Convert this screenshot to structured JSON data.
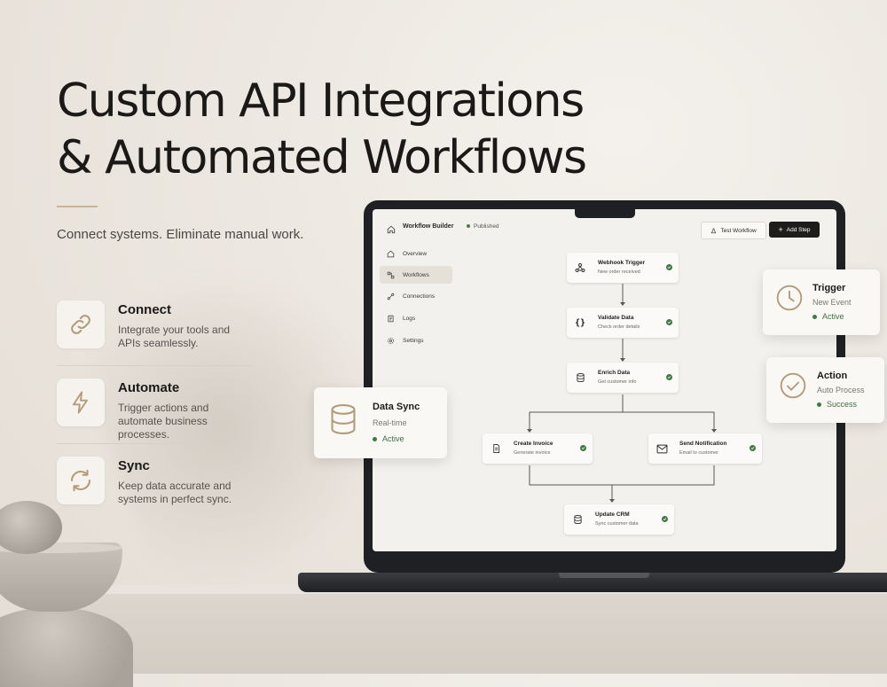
{
  "hero": {
    "title_line1": "Custom API Integrations",
    "title_line2": "& Automated Workflows",
    "tagline": "Connect systems. Eliminate manual work."
  },
  "features": [
    {
      "title": "Connect",
      "desc": "Integrate your tools and APIs seamlessly.",
      "icon": "link-icon"
    },
    {
      "title": "Automate",
      "desc": "Trigger actions and automate business processes.",
      "icon": "lightning-icon"
    },
    {
      "title": "Sync",
      "desc": "Keep data accurate and systems in perfect sync.",
      "icon": "sync-icon"
    }
  ],
  "app": {
    "title": "Workflow Builder",
    "status": "Published",
    "test_button": "Test Workflow",
    "add_button": "Add Step",
    "nav": [
      {
        "label": "Overview",
        "icon": "grid-icon"
      },
      {
        "label": "Workflows",
        "icon": "workflow-icon",
        "active": true
      },
      {
        "label": "Connections",
        "icon": "connections-icon"
      },
      {
        "label": "Logs",
        "icon": "logs-icon"
      },
      {
        "label": "Settings",
        "icon": "gear-icon"
      }
    ],
    "nodes": [
      {
        "title": "Webhook Trigger",
        "sub": "New order received",
        "icon": "webhook-icon"
      },
      {
        "title": "Validate Data",
        "sub": "Check order details",
        "icon": "braces-icon"
      },
      {
        "title": "Enrich Data",
        "sub": "Get customer info",
        "icon": "database-icon"
      },
      {
        "title": "Create Invoice",
        "sub": "Generate invoice",
        "icon": "document-icon"
      },
      {
        "title": "Send Notification",
        "sub": "Email to customer",
        "icon": "mail-icon"
      },
      {
        "title": "Update CRM",
        "sub": "Sync customer data",
        "icon": "database-icon"
      }
    ]
  },
  "cards": {
    "data_sync": {
      "title": "Data Sync",
      "sub": "Real-time",
      "status": "Active"
    },
    "trigger": {
      "title": "Trigger",
      "sub": "New Event",
      "status": "Active"
    },
    "action": {
      "title": "Action",
      "sub": "Auto Process",
      "status": "Success"
    }
  },
  "colors": {
    "accent": "#c9b497",
    "success": "#3f7a42",
    "dark": "#1e1d1b"
  }
}
